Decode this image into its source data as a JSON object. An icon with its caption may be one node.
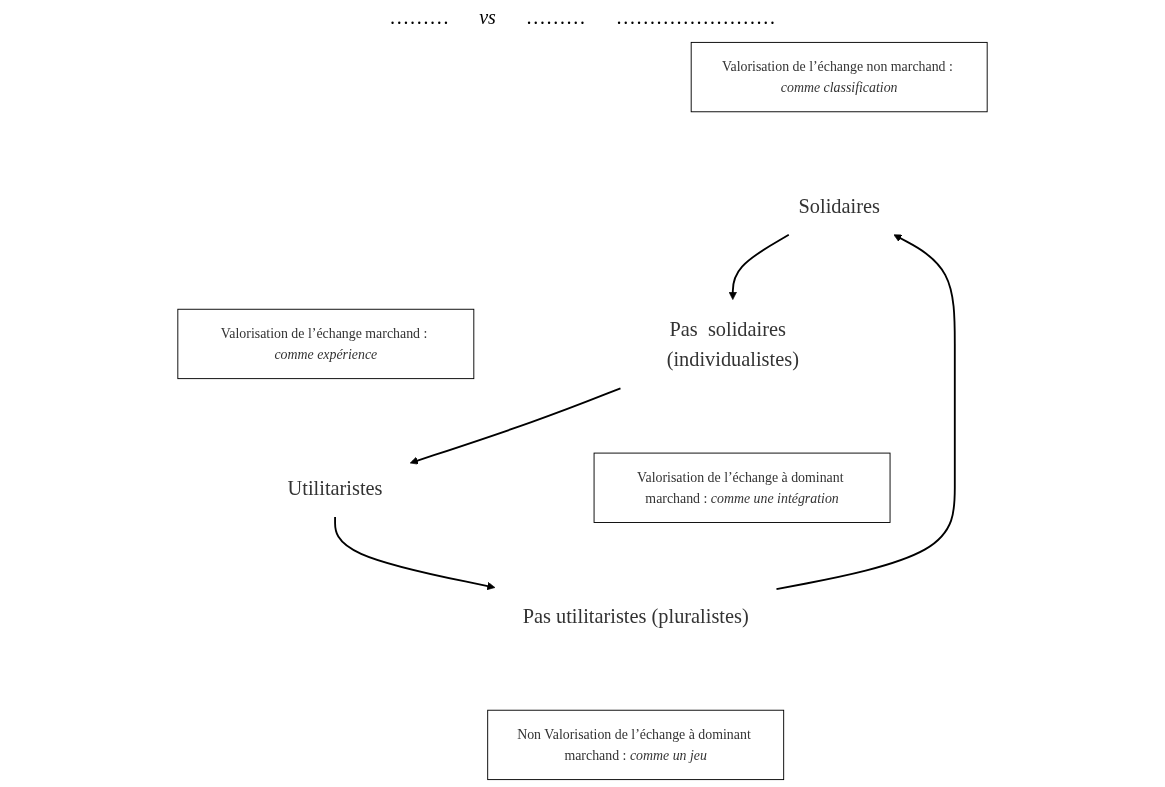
{
  "diagram": {
    "nodes": [
      {
        "text": [
          "Valorisation de l’échange non marchand : *comme classification*"
        ]
      },
      {
        "text": [
          "Valorisation de l’échange marchand : *comme expérience*"
        ]
      },
      {
        "text": [
          "Solidaires"
        ]
      },
      {
        "text": [
          "Utilitaristes"
        ]
      },
      {
        "text": [
          "Pas utilitaristes (pluralistes)"
        ]
      },
      {
        "text": [
          "Pas  solidaires  (individualistes)"
        ]
      },
      {
        "text": [
          "Non Valorisation de l’échange à dominant marchand : *comme un jeu*"
        ]
      },
      {
        "text": [
          "Valorisation de l’échange à dominant marchand : *comme une intégration*"
        ]
      }
    ],
    "edges": [
      {
        "from": 2,
        "to": 5,
        "arrow": "to"
      },
      {
        "from": 3,
        "to": 4,
        "arrow": "to"
      },
      {
        "from": 4,
        "to": 2,
        "arrow": "to"
      },
      {
        "from": 5,
        "to": 3,
        "arrow": "to"
      }
    ],
    "labels": [
      "………",
      "vs",
      "………",
      "……………………"
    ]
  }
}
